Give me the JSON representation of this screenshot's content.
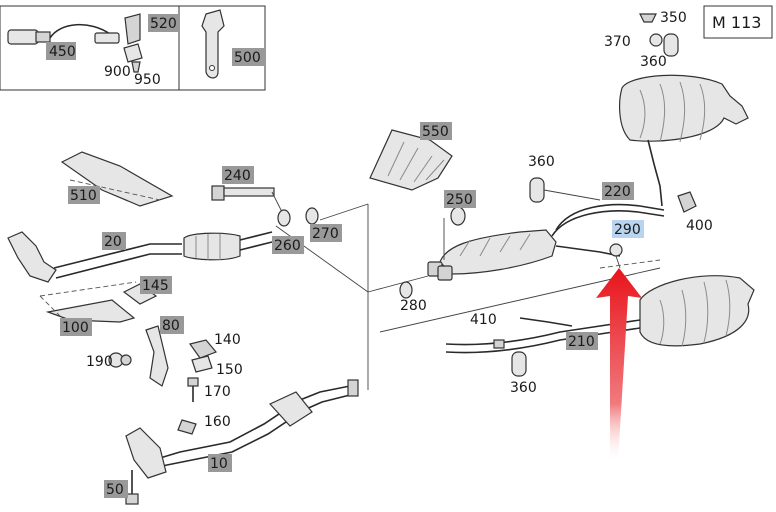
{
  "model": "M 113",
  "colors": {
    "label_bg": "#999999",
    "highlight_bg": "#b8d4ee",
    "arrow": "#e8141b"
  },
  "labels": {
    "p450": "450",
    "p520": "520",
    "p900": "900",
    "p950": "950",
    "p500": "500",
    "p350": "350",
    "p370": "370",
    "p360a": "360",
    "p550": "550",
    "p360b": "360",
    "p220": "220",
    "p400": "400",
    "p240": "240",
    "p250": "250",
    "p290": "290",
    "p510": "510",
    "p20": "20",
    "p260": "260",
    "p270": "270",
    "p280": "280",
    "p145": "145",
    "p100": "100",
    "p80": "80",
    "p410": "410",
    "p210": "210",
    "p140": "140",
    "p190": "190",
    "p150": "150",
    "p170": "170",
    "p360c": "360",
    "p160": "160",
    "p10": "10",
    "p50": "50"
  },
  "highlighted": "290",
  "icons": [
    "red-arrow-icon"
  ]
}
